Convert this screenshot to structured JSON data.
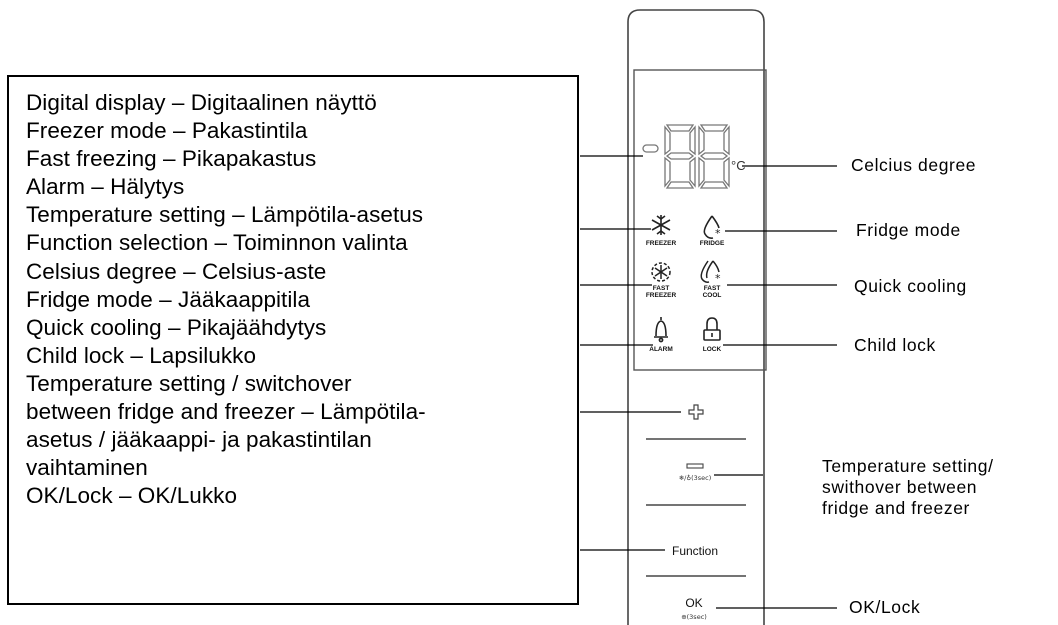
{
  "legend": {
    "lines": [
      "Digital display – Digitaalinen näyttö",
      "Freezer mode – Pakastintila",
      "Fast freezing – Pikapakastus",
      "Alarm – Hälytys",
      "Temperature setting – Lämpötila-asetus",
      "Function selection – Toiminnon valinta",
      "Celsius degree – Celsius-aste",
      "Fridge mode – Jääkaappitila",
      "Quick cooling – Pikajäähdytys",
      "Child lock – Lapsilukko",
      "Temperature setting / switchover",
      "between fridge and freezer – Lämpötila-",
      "asetus / jääkaappi- ja pakastintilan",
      "vaihtaminen",
      "OK/Lock – OK/Lukko"
    ]
  },
  "callouts": {
    "celsius": "Celcius degree",
    "fridge_mode": "Fridge mode",
    "quick_cooling": "Quick cooling",
    "child_lock": "Child lock",
    "temp_setting_lines": [
      "Temperature setting/",
      "swithover between",
      "fridge and freezer"
    ],
    "ok_lock": "OK/Lock"
  },
  "panel": {
    "display_digits": "88",
    "celsius_symbol": "°C",
    "icon_labels": {
      "freezer": "FREEZER",
      "fridge": "FRIDGE",
      "fast_freezer": [
        "FAST",
        "FREEZER"
      ],
      "fast_cool": [
        "FAST",
        "COOL"
      ],
      "alarm": "ALARM",
      "lock": "LOCK"
    },
    "minus_hint": "❄/♁(3sec)",
    "function_label": "Function",
    "ok_label": "OK",
    "ok_hint": "⊕(3sec)"
  },
  "colors": {
    "line": "#000000",
    "panel_stroke": "#444444"
  }
}
